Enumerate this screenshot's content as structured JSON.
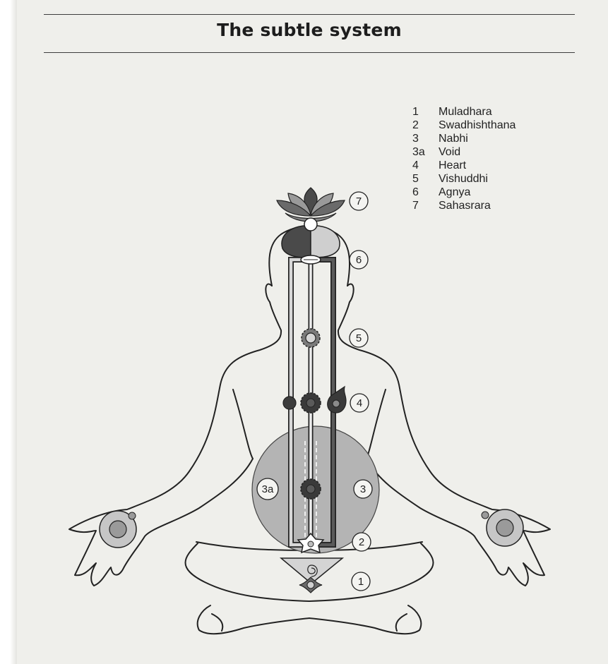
{
  "title": "The subtle system",
  "legend": [
    {
      "num": "1",
      "name": "Muladhara"
    },
    {
      "num": "2",
      "name": "Swadhishthana"
    },
    {
      "num": "3",
      "name": "Nabhi"
    },
    {
      "num": "3a",
      "name": "Void"
    },
    {
      "num": "4",
      "name": "Heart"
    },
    {
      "num": "5",
      "name": "Vishuddhi"
    },
    {
      "num": "6",
      "name": "Agnya"
    },
    {
      "num": "7",
      "name": "Sahasrara"
    }
  ],
  "markers": [
    "1",
    "2",
    "3",
    "3a",
    "4",
    "5",
    "6",
    "7"
  ],
  "colors": {
    "paper": "#efefeb",
    "ink": "#222222",
    "void_fill": "#b4b4b4",
    "channel_dark": "#505050",
    "channel_light": "#c8c8c8"
  }
}
